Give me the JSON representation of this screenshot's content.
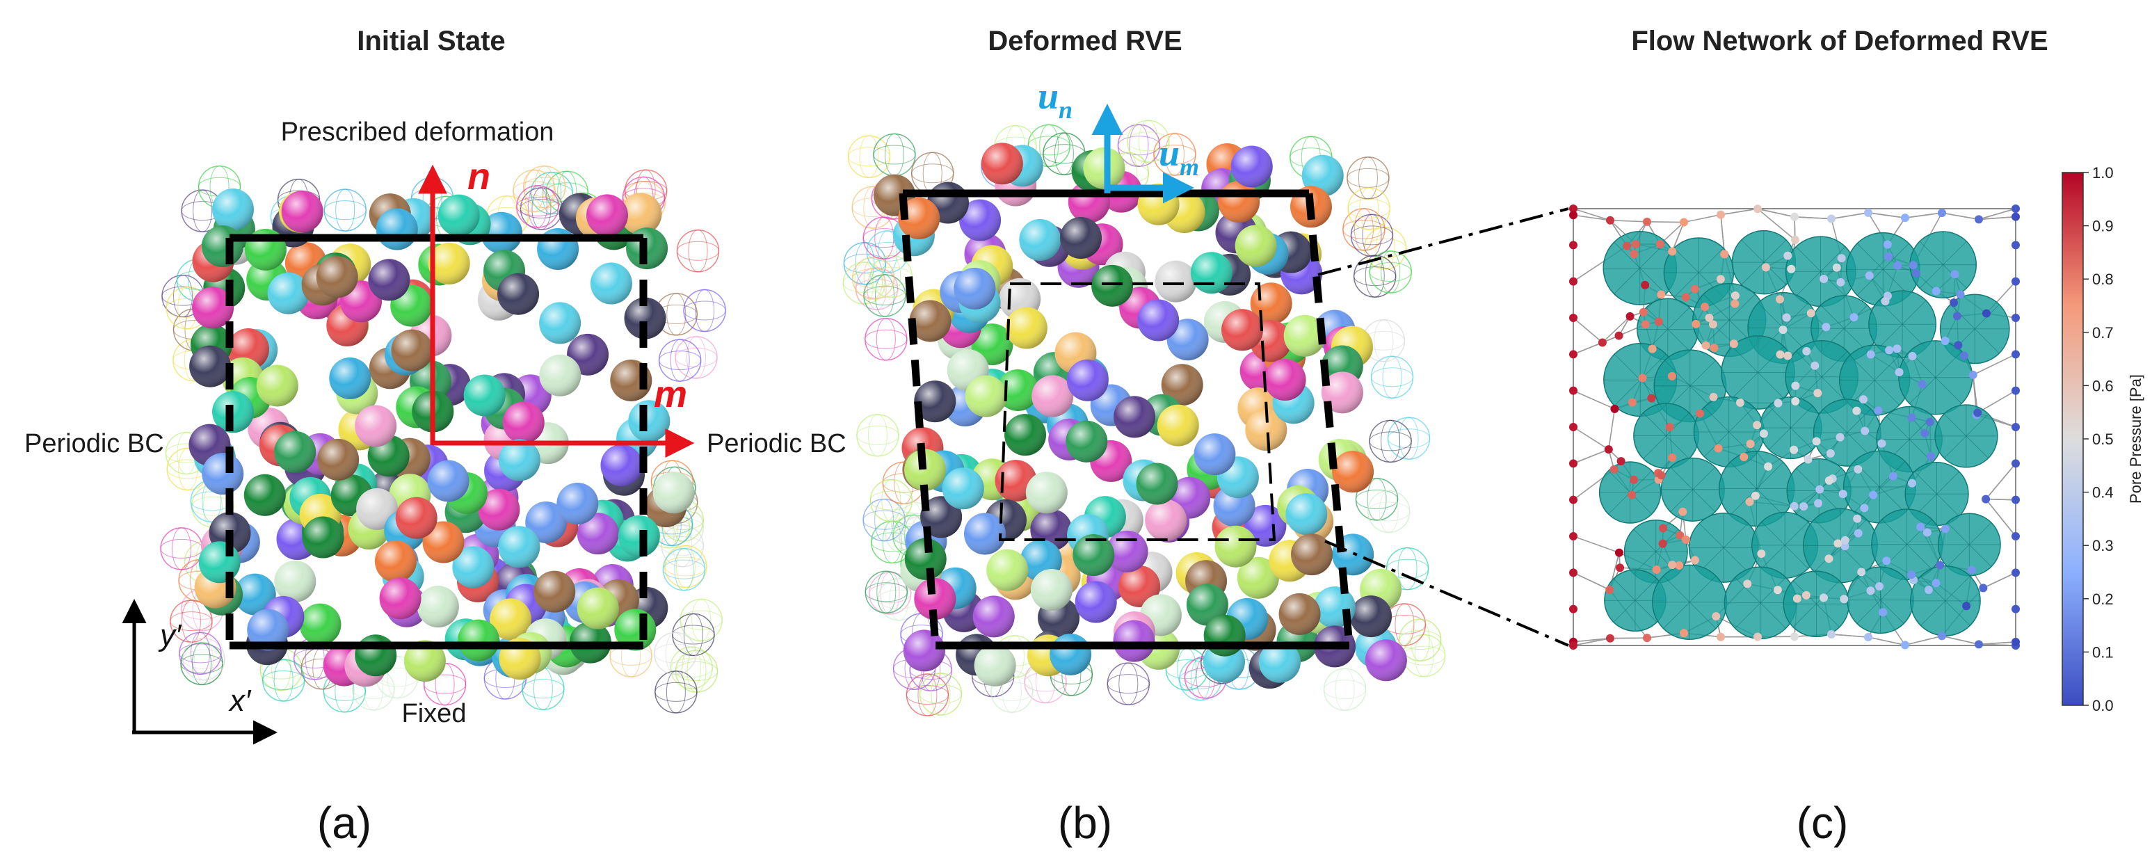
{
  "panels": {
    "a": {
      "title": "Initial State",
      "letter": "(a)",
      "top_label": "Prescribed deformation",
      "left_label": "Periodic BC",
      "right_label": "Periodic BC",
      "bottom_label": "Fixed",
      "axis_n": "n",
      "axis_m": "m",
      "coord_y": "y",
      "coord_x": "x",
      "prime": "′"
    },
    "b": {
      "title": "Deformed RVE",
      "letter": "(b)",
      "u": "u",
      "sub_n": "n",
      "sub_m": "m"
    },
    "c": {
      "title": "Flow Network of Deformed RVE",
      "letter": "(c)",
      "colorbar_label": "Pore Pressure [Pa]",
      "colorbar_ticks": [
        "0.0",
        "0.1",
        "0.2",
        "0.3",
        "0.4",
        "0.5",
        "0.6",
        "0.7",
        "0.8",
        "0.9",
        "1.0"
      ]
    }
  },
  "colors": {
    "red_arrow": "#e8141b",
    "blue_arrow": "#1aa3e0",
    "teal_particle": "#1a9f9b",
    "frame": "#000000",
    "network_line": "#8a8a8a"
  }
}
